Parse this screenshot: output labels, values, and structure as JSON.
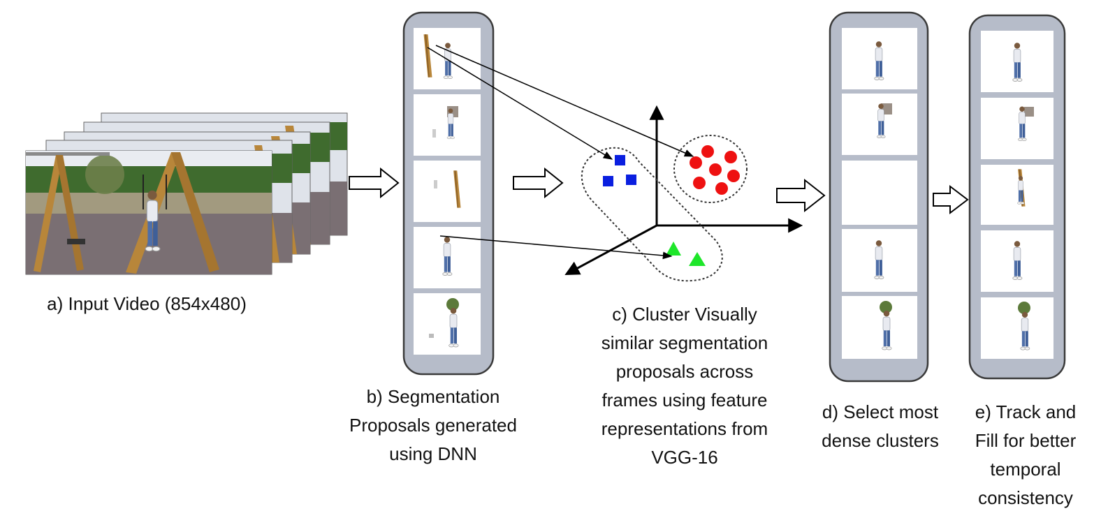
{
  "stages": {
    "a": {
      "caption": [
        "a) Input Video (854x480)"
      ]
    },
    "b": {
      "caption": [
        "b) Segmentation",
        "Proposals generated",
        "using DNN"
      ]
    },
    "c": {
      "caption": [
        "c) Cluster Visually",
        "similar segmentation",
        "proposals across",
        "frames using feature",
        "representations from",
        "VGG-16"
      ]
    },
    "d": {
      "caption": [
        "d) Select most",
        "dense clusters"
      ]
    },
    "e": {
      "caption": [
        "e) Track and",
        "Fill for better",
        "temporal",
        "consistency"
      ]
    }
  },
  "colors": {
    "panel_fill": "#b6bcc9",
    "panel_stroke": "#3a3a3a",
    "cluster_square": "#0a1fe0",
    "cluster_circle": "#ee1111",
    "cluster_triangle": "#1ee62a",
    "sky": "#dfe3ea",
    "grass": "#8c9a6e",
    "hedge": "#3f6b2e",
    "wood": "#b8863a",
    "ground": "#7a6f73"
  },
  "icons": [
    "block-arrow-icon",
    "axis-arrow-icon",
    "pointer-arrow-icon"
  ]
}
